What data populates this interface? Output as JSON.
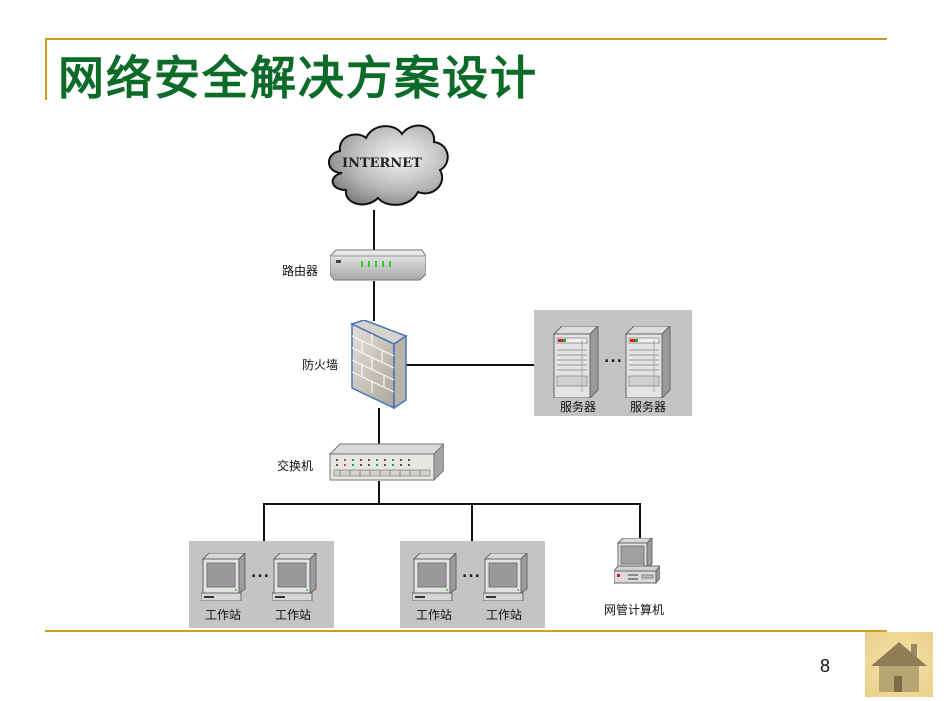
{
  "slide": {
    "title": "网络安全解决方案设计",
    "page_number": "8",
    "accent_color": "#c99a1c",
    "title_color": "#0d6b2a"
  },
  "diagram": {
    "internet": {
      "label": "INTERNET",
      "icon": "cloud-icon"
    },
    "router": {
      "label": "路由器",
      "icon": "router-icon"
    },
    "firewall": {
      "label": "防火墙",
      "icon": "firewall-icon"
    },
    "switch": {
      "label": "交换机",
      "icon": "switch-icon"
    },
    "servers": {
      "items": [
        {
          "label": "服务器",
          "icon": "server-icon"
        },
        {
          "label": "服务器",
          "icon": "server-icon"
        }
      ],
      "ellipsis": "..."
    },
    "workstation_groups": [
      {
        "items": [
          {
            "label": "工作站",
            "icon": "workstation-icon"
          },
          {
            "label": "工作站",
            "icon": "workstation-icon"
          }
        ],
        "ellipsis": "..."
      },
      {
        "items": [
          {
            "label": "工作站",
            "icon": "workstation-icon"
          },
          {
            "label": "工作站",
            "icon": "workstation-icon"
          }
        ],
        "ellipsis": "..."
      }
    ],
    "management_pc": {
      "label": "网管计算机",
      "icon": "desktop-computer-icon"
    }
  },
  "navigation": {
    "home_icon": "home-icon"
  }
}
